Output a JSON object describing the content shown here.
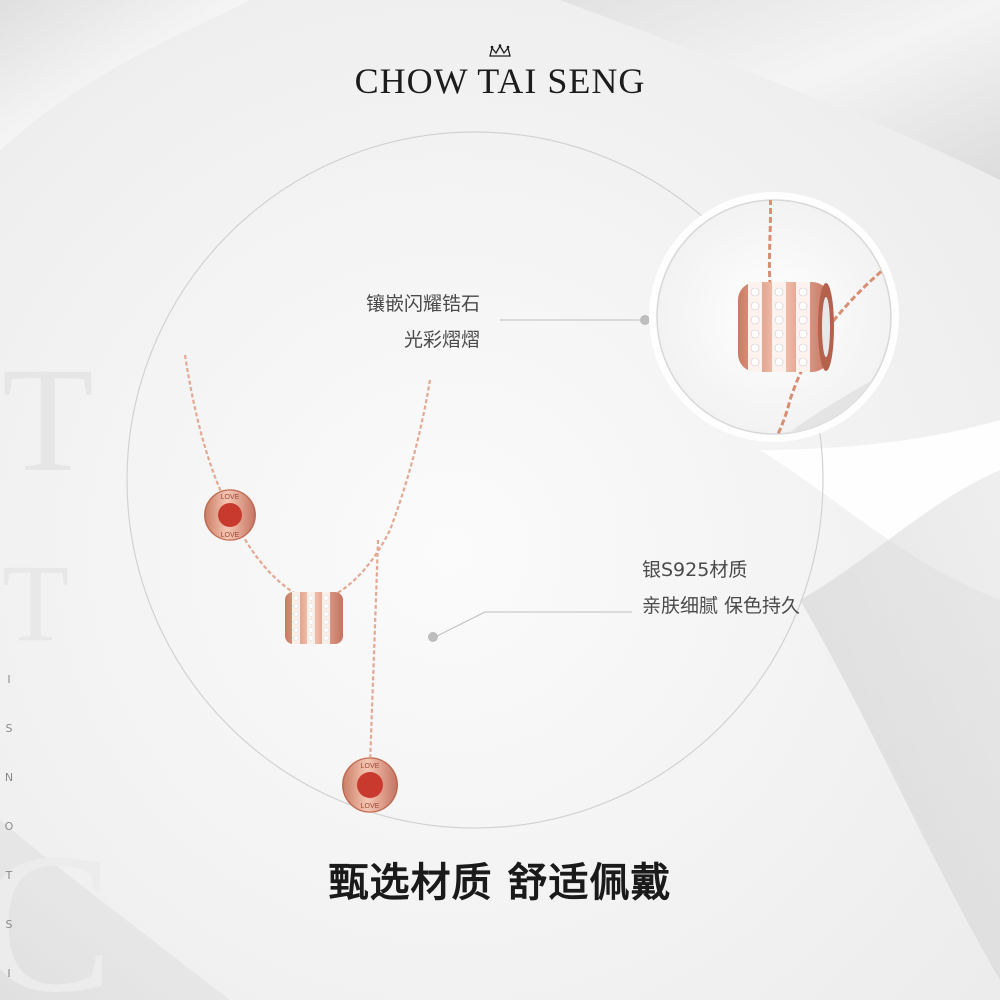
{
  "brand": {
    "name": "CHOW TAI SENG"
  },
  "features": {
    "zircon": {
      "line1": "镶嵌闪耀锆石",
      "line2": "光彩熠熠"
    },
    "silver": {
      "line1": "银S925材质",
      "line2": "亲肤细腻 保色持久"
    }
  },
  "headline": "甄选材质 舒适佩戴",
  "side_letters": [
    "I",
    "S",
    "N",
    "O",
    "T",
    "S",
    "I"
  ],
  "pendant_engraving": "LOVE",
  "colors": {
    "rose_gold": "#e7a58f",
    "enamel_red": "#c93a2e",
    "text_dark": "#1c1c1c",
    "text_body": "#4a4a4a",
    "background": "#f3f3f3"
  }
}
